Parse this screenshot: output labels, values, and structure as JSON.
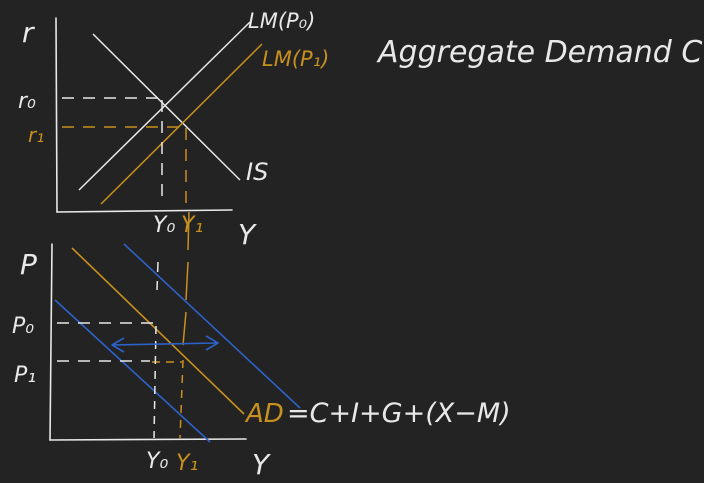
{
  "title": "Aggregate Demand Curve",
  "colors": {
    "background": "#232323",
    "white": "#e8e8e8",
    "gold": "#c8901e",
    "blue": "#2d62c8"
  },
  "top_graph": {
    "y_axis_label": "r",
    "x_axis_label": "Y",
    "curves": {
      "lm0": "LM(P₀)",
      "lm1": "LM(P₁)",
      "is": "IS"
    },
    "ticks": {
      "r0": "r₀",
      "r1": "r₁",
      "y0": "Y₀",
      "y1": "Y₁"
    }
  },
  "bottom_graph": {
    "y_axis_label": "P",
    "x_axis_label": "Y",
    "ticks": {
      "p0": "P₀",
      "p1": "P₁",
      "y0": "Y₀",
      "y1": "Y₁"
    },
    "ad_label": "AD",
    "ad_equation": "=C+I+G+(X−M)"
  }
}
